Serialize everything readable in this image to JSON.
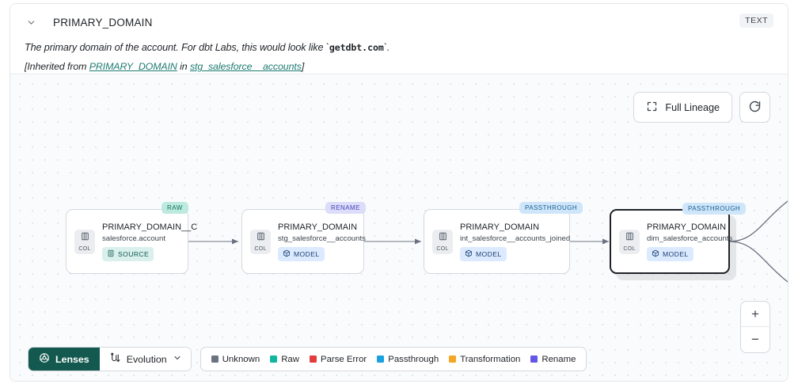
{
  "header": {
    "chevron_icon": "chevron-down-icon",
    "column_name": "PRIMARY_DOMAIN",
    "type_badge": "TEXT",
    "description_prefix": "The primary domain of the account. For dbt Labs, this would look like `",
    "description_code": "getdbt.com",
    "description_suffix": "`.",
    "inherited_prefix": "[Inherited from ",
    "inherited_link1": "PRIMARY_DOMAIN",
    "inherited_middle": " in ",
    "inherited_link2": "stg_salesforce__accounts",
    "inherited_suffix": "]"
  },
  "canvas": {
    "full_lineage_label": "Full Lineage",
    "full_lineage_icon": "expand-icon",
    "refresh_icon": "refresh-icon",
    "zoom_in_label": "+",
    "zoom_out_label": "−"
  },
  "nodes": [
    {
      "tag": "RAW",
      "tag_class": "raw",
      "chip_label": "COL",
      "name": "PRIMARY_DOMAIN__C",
      "subtitle": "salesforce.account",
      "kind": "SOURCE",
      "kind_class": "source",
      "kind_icon": "database-icon",
      "selected": false
    },
    {
      "tag": "RENAME",
      "tag_class": "rename",
      "chip_label": "COL",
      "name": "PRIMARY_DOMAIN",
      "subtitle": "stg_salesforce__accounts",
      "kind": "MODEL",
      "kind_class": "model",
      "kind_icon": "cube-icon",
      "selected": false
    },
    {
      "tag": "PASSTHROUGH",
      "tag_class": "passthrough",
      "chip_label": "COL",
      "name": "PRIMARY_DOMAIN",
      "subtitle": "int_salesforce__accounts_joined",
      "kind": "MODEL",
      "kind_class": "model",
      "kind_icon": "cube-icon",
      "selected": false
    },
    {
      "tag": "PASSTHROUGH",
      "tag_class": "passthrough",
      "chip_label": "COL",
      "name": "PRIMARY_DOMAIN",
      "subtitle": "dim_salesforce_accounts",
      "kind": "MODEL",
      "kind_class": "model",
      "kind_icon": "cube-icon",
      "selected": true
    }
  ],
  "toolbar": {
    "lenses_label": "Lenses",
    "lenses_icon": "aperture-icon",
    "evolution_label": "Evolution",
    "evolution_icon": "evolution-icon",
    "evolution_chevron": "chevron-down-icon"
  },
  "legend": [
    {
      "label": "Unknown",
      "color": "#6b7280"
    },
    {
      "label": "Raw",
      "color": "#12b5a0"
    },
    {
      "label": "Parse Error",
      "color": "#e23c3c"
    },
    {
      "label": "Passthrough",
      "color": "#1a9fe0"
    },
    {
      "label": "Transformation",
      "color": "#f5a623"
    },
    {
      "label": "Rename",
      "color": "#6257e8"
    }
  ],
  "colors": {
    "accent": "#14594f",
    "link": "#1c7a71",
    "canvas_bg": "#fafbfc"
  }
}
